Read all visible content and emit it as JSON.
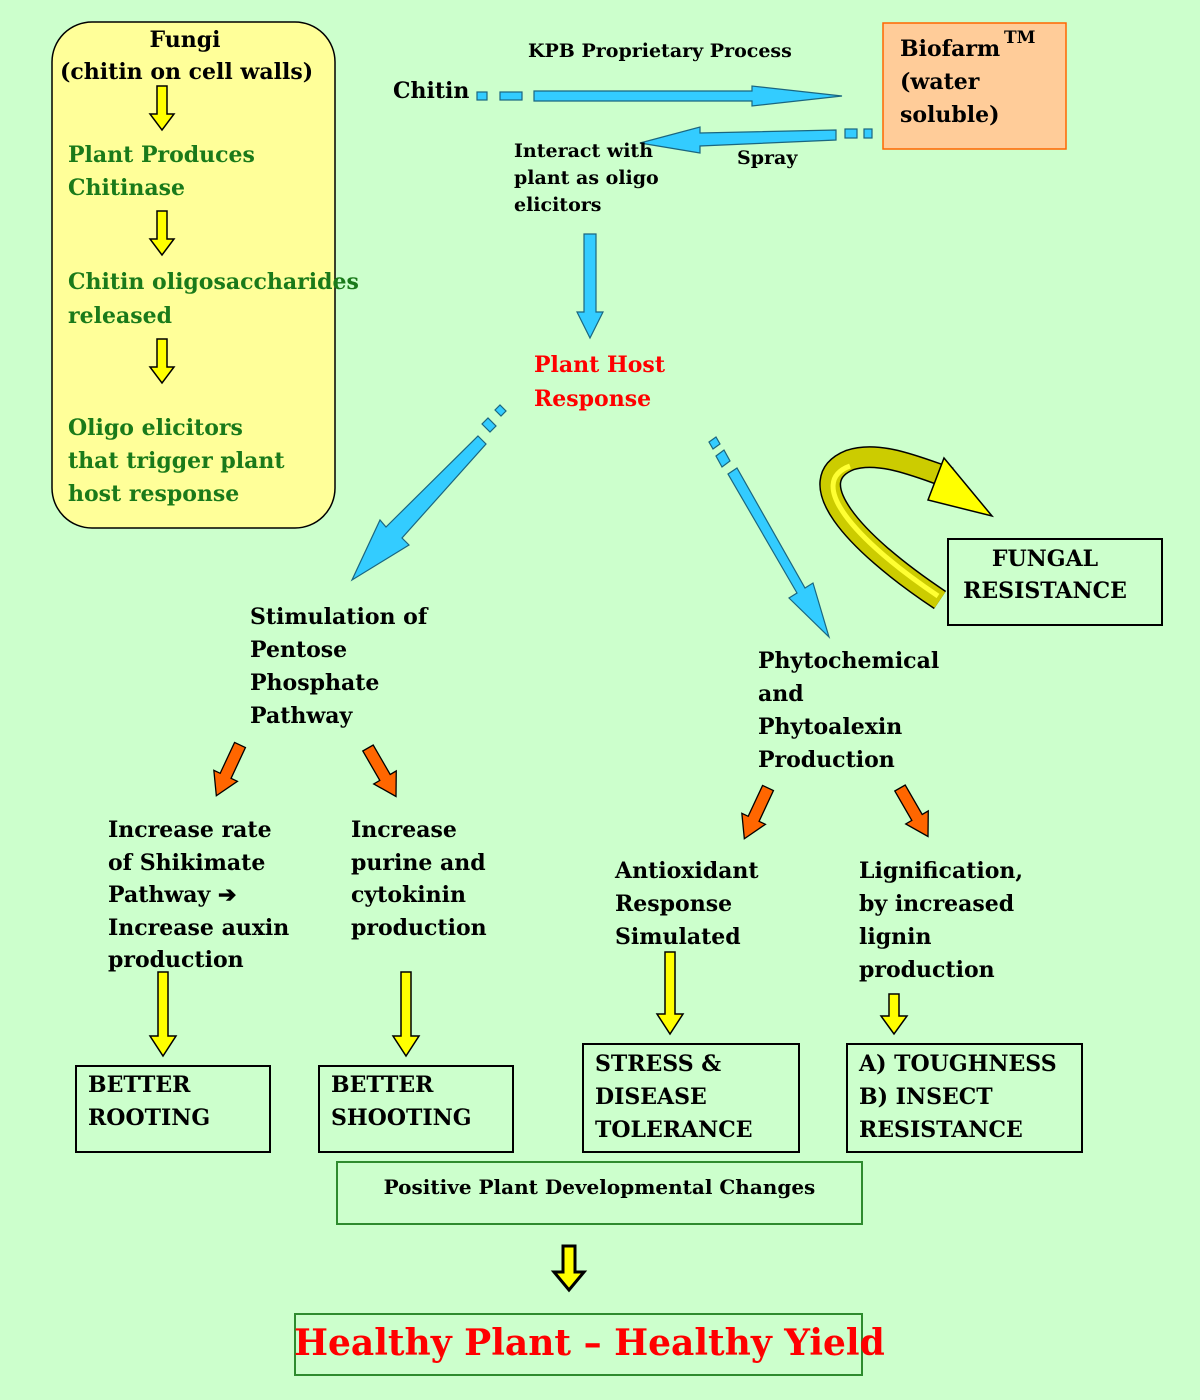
{
  "fungi_box": {
    "title_lines": [
      "Fungi",
      "(chitin on cell walls)"
    ],
    "step1_lines": [
      "Plant Produces",
      "Chitinase"
    ],
    "step2_lines": [
      "Chitin oligosaccharides",
      "released"
    ],
    "step3_lines": [
      "Oligo elicitors",
      "that trigger plant",
      "host response"
    ]
  },
  "top": {
    "process_label": "KPB Proprietary Process",
    "chitin_label": "Chitin",
    "biofarm_lines": [
      "Biofarm",
      "(water",
      "soluble)"
    ],
    "biofarm_tm": "TM",
    "spray_label": "Spray",
    "interact_lines": [
      "Interact with",
      "plant as oligo",
      "elicitors"
    ]
  },
  "host_response_lines": [
    "Plant Host",
    "Response"
  ],
  "fungal_resistance_lines": [
    "FUNGAL",
    "RESISTANCE"
  ],
  "left_branch": {
    "title_lines": [
      "Stimulation of",
      "Pentose",
      "Phosphate",
      "Pathway"
    ],
    "shikimate_lines": [
      "Increase rate",
      "of Shikimate",
      "Pathway ➔",
      "Increase auxin",
      "production"
    ],
    "purine_lines": [
      "Increase",
      "purine and",
      "cytokinin",
      "production"
    ],
    "rooting_lines": [
      "BETTER",
      "ROOTING"
    ],
    "shooting_lines": [
      "BETTER",
      "SHOOTING"
    ]
  },
  "right_branch": {
    "title_lines": [
      "Phytochemical",
      "and",
      "Phytoalexin",
      "Production"
    ],
    "antioxidant_lines": [
      "Antioxidant",
      "Response",
      "Simulated"
    ],
    "lignification_lines": [
      "Lignification,",
      "by increased",
      "lignin",
      "production"
    ],
    "stress_lines": [
      "STRESS &",
      "DISEASE",
      "TOLERANCE"
    ],
    "toughness_lines": [
      "A) TOUGHNESS",
      "B) INSECT",
      "RESISTANCE"
    ]
  },
  "positive_changes": "Positive Plant Developmental Changes",
  "final": "Healthy Plant – Healthy Yield",
  "colors": {
    "background": "#ccffcc",
    "fungi_box": "#ffff99",
    "biofarm_box": "#ffcc99",
    "cyan_arrow": "#33ccff",
    "yellow_arrow": "#ffff00",
    "orange_arrow": "#ff6600",
    "green_text": "#1a7a1a",
    "red_text": "#ff0000"
  }
}
